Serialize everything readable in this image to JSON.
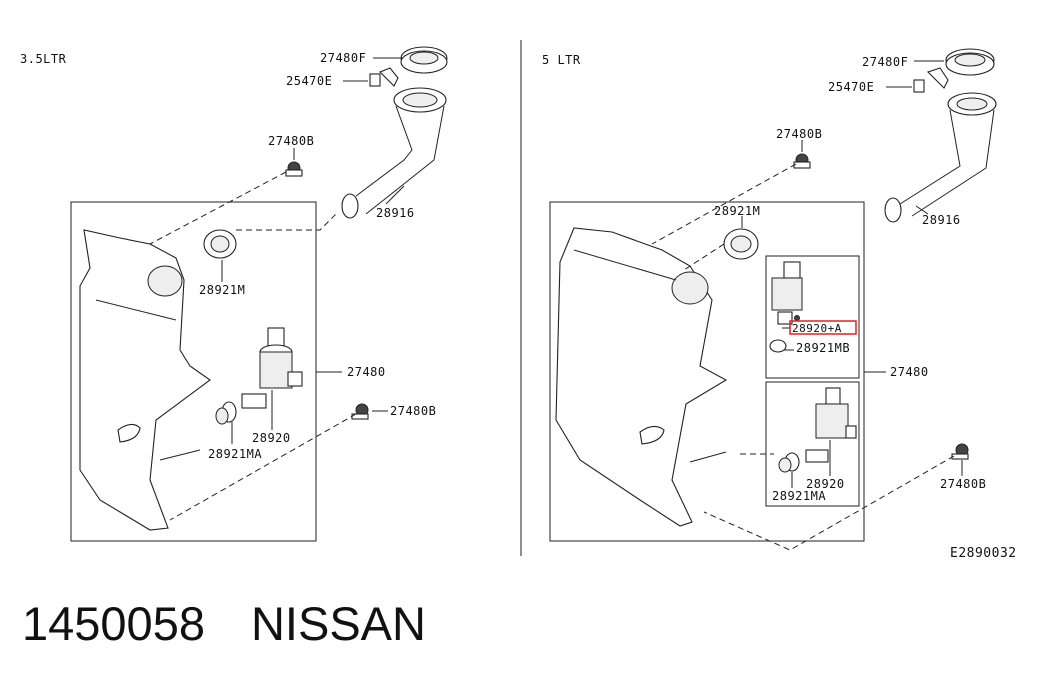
{
  "left_panel": {
    "title": "3.5LTR",
    "labels": {
      "p27480F": "27480F",
      "p25470E": "25470E",
      "p27480B_top": "27480B",
      "p28916": "28916",
      "p28921M": "28921M",
      "p27480": "27480",
      "p27480B_side": "27480B",
      "p28920": "28920",
      "p28921MA": "28921MA"
    }
  },
  "right_panel": {
    "title": "5 LTR",
    "labels": {
      "p27480F": "27480F",
      "p25470E": "25470E",
      "p27480B_top": "27480B",
      "p28921M": "28921M",
      "p28916": "28916",
      "p28920plusA": "28920+A",
      "p28921MB": "28921MB",
      "p27480": "27480",
      "p28920": "28920",
      "p28921MA": "28921MA",
      "p27480B_side": "27480B"
    }
  },
  "diagram_code": "E2890032",
  "caption": {
    "part_number": "1450058",
    "brand": "NISSAN"
  },
  "highlight_color": "#e02020"
}
